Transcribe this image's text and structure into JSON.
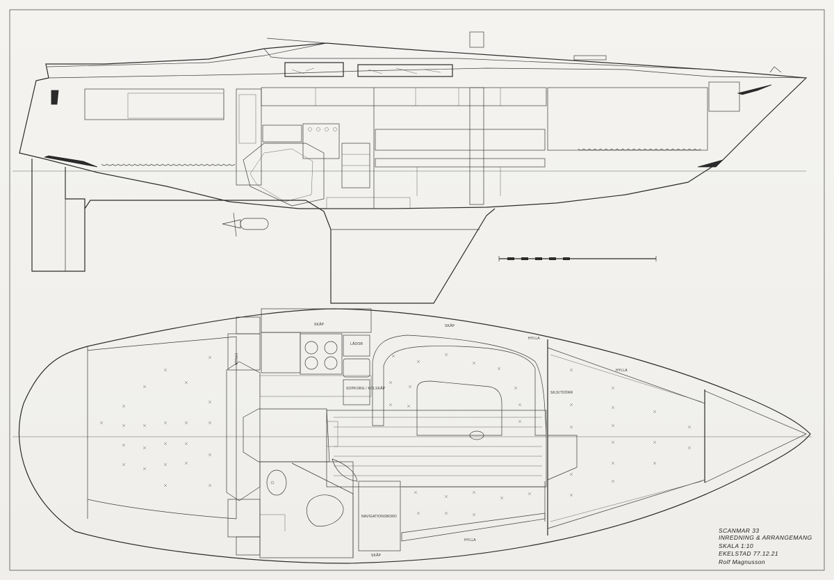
{
  "plan_labels": {
    "skap_top": "SKÅP",
    "skap_salong": "SKÅP",
    "skap_bottom": "SKÅP",
    "hylla_1": "HYLLA",
    "hylla_2": "HYLLA",
    "hylla_3": "HYLLA",
    "hylla_left": "HYLLA",
    "lador": "LÅDOR",
    "sopkorg": "SOPKORG / KÖLSKÅP",
    "skjutdorr": "SKJUTDÖRR",
    "navigationsbord": "NAVIGATIONSBORD"
  },
  "title_block": {
    "line1": "SCANMAR 33",
    "line2": "INREDNING & ARRANGEMANG",
    "line3": "SKALA 1:10",
    "line4": "EKELSTAD 77.12.21",
    "line5": "Rolf Magnusson"
  },
  "colors": {
    "paper": "#f2f1ee",
    "ink": "#2a2a2a"
  }
}
